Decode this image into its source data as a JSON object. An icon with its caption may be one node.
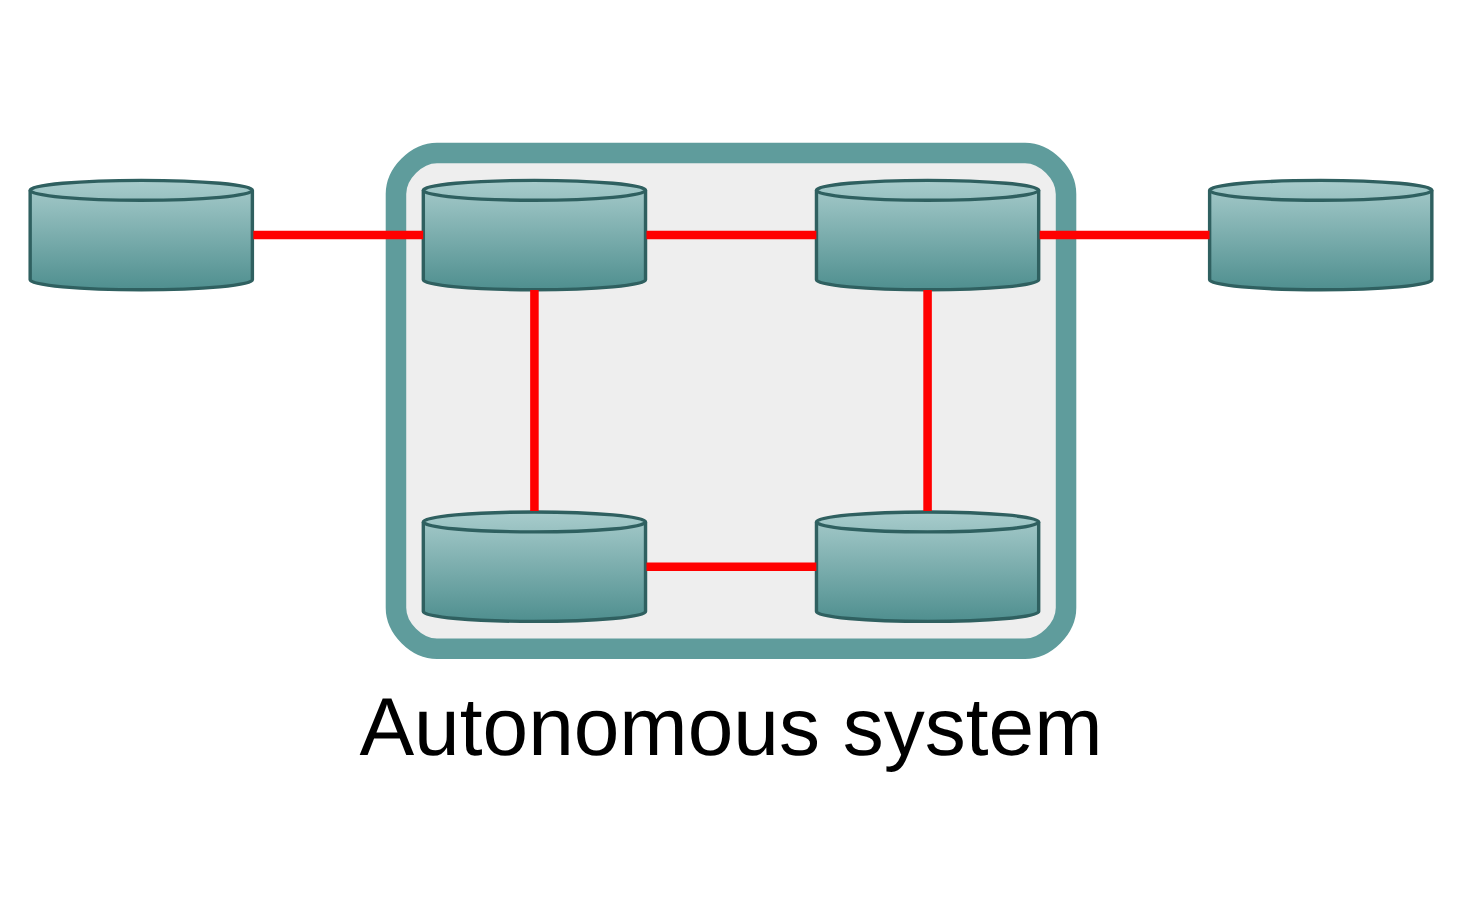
{
  "diagram": {
    "caption": "Autonomous system",
    "nodes": [
      {
        "text": [],
        "shape": "cloud"
      },
      {
        "text": [],
        "shape": "cylinder",
        "in": 0
      },
      {
        "text": [],
        "shape": "cylinder",
        "in": 0
      },
      {
        "text": [],
        "shape": "cylinder"
      },
      {
        "text": [],
        "shape": "cylinder",
        "in": 0
      },
      {
        "text": [],
        "shape": "cylinder",
        "in": 0
      },
      {
        "text": [],
        "shape": "cylinder"
      }
    ],
    "edges": [
      {
        "from": 1,
        "to": 2,
        "arrow": "none",
        "color": "#ff0000"
      },
      {
        "from": 1,
        "to": 4,
        "arrow": "none",
        "color": "#ff0000"
      },
      {
        "from": 2,
        "to": 5,
        "arrow": "none",
        "color": "#ff0000"
      },
      {
        "from": 3,
        "to": 4,
        "arrow": "none",
        "color": "#ff0000"
      },
      {
        "from": 4,
        "to": 5,
        "arrow": "none",
        "color": "#ff0000"
      },
      {
        "from": 5,
        "to": 6,
        "arrow": "none",
        "color": "#ff0000"
      }
    ]
  }
}
